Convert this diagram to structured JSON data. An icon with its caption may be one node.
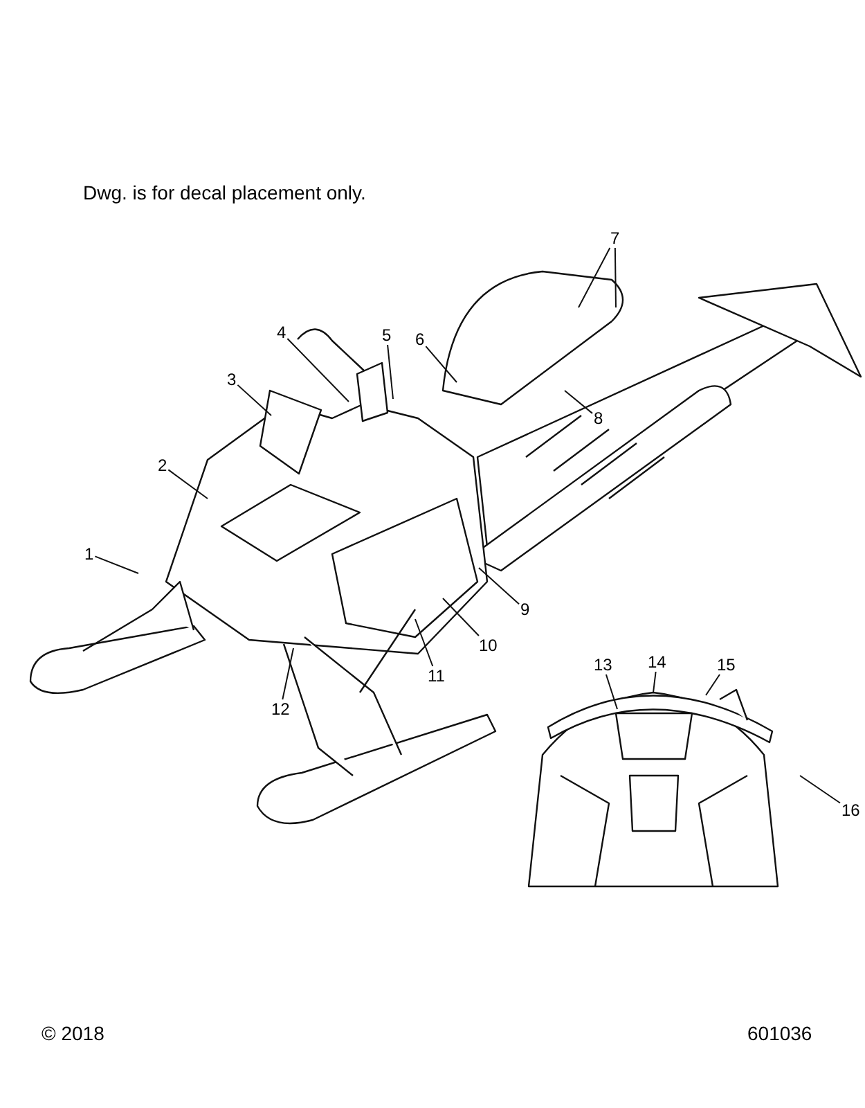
{
  "diagram": {
    "nodes": [
      {
        "text": [
          "1"
        ]
      },
      {
        "text": [
          "2"
        ]
      },
      {
        "text": [
          "3"
        ]
      },
      {
        "text": [
          "4"
        ]
      },
      {
        "text": [
          "5"
        ]
      },
      {
        "text": [
          "6"
        ]
      },
      {
        "text": [
          "7"
        ]
      },
      {
        "text": [
          "8"
        ]
      },
      {
        "text": [
          "9"
        ]
      },
      {
        "text": [
          "10"
        ]
      },
      {
        "text": [
          "11"
        ]
      },
      {
        "text": [
          "12"
        ]
      },
      {
        "text": [
          "13"
        ]
      },
      {
        "text": [
          "14"
        ]
      },
      {
        "text": [
          "15"
        ]
      },
      {
        "text": [
          "16"
        ]
      }
    ],
    "edges": [
      {
        "from": 0,
        "to": null,
        "arrow": "none"
      },
      {
        "from": 1,
        "to": null,
        "arrow": "none"
      },
      {
        "from": 2,
        "to": null,
        "arrow": "none"
      },
      {
        "from": 3,
        "to": null,
        "arrow": "none"
      },
      {
        "from": 4,
        "to": null,
        "arrow": "none"
      },
      {
        "from": 5,
        "to": null,
        "arrow": "none"
      },
      {
        "from": 6,
        "to": null,
        "arrow": "none"
      },
      {
        "from": 6,
        "to": null,
        "arrow": "none"
      },
      {
        "from": 7,
        "to": null,
        "arrow": "none"
      },
      {
        "from": 8,
        "to": null,
        "arrow": "none"
      },
      {
        "from": 9,
        "to": null,
        "arrow": "none"
      },
      {
        "from": 10,
        "to": null,
        "arrow": "none"
      },
      {
        "from": 11,
        "to": null,
        "arrow": "none"
      },
      {
        "from": 12,
        "to": null,
        "arrow": "none"
      },
      {
        "from": 13,
        "to": null,
        "arrow": "none"
      },
      {
        "from": 14,
        "to": null,
        "arrow": "none"
      },
      {
        "from": 15,
        "to": null,
        "arrow": "none"
      }
    ],
    "labels": [
      "Dwg. is for decal placement only.",
      "© 2018",
      "601036"
    ]
  }
}
